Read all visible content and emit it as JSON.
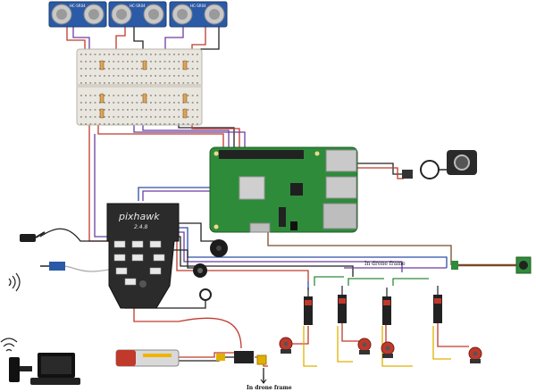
{
  "diagram": {
    "ultrasonic_sensor_label": "HC-SR04",
    "autopilot_brand": "pixhawk",
    "autopilot_version": "2.4.8",
    "label_in_drone_frame_right": "In drone frame",
    "label_in_drone_frame_bottom": "In drone frame",
    "colors": {
      "wire_red": "#c0392b",
      "wire_purple": "#6b3fa0",
      "wire_black": "#222222",
      "wire_blue": "#2d4ea8",
      "wire_brown": "#7a4a2a",
      "wire_yellow": "#e0b000",
      "pcb_green": "#2e8b3a",
      "sensor_blue": "#2b5aa6",
      "motor_red": "#c0392b"
    }
  }
}
